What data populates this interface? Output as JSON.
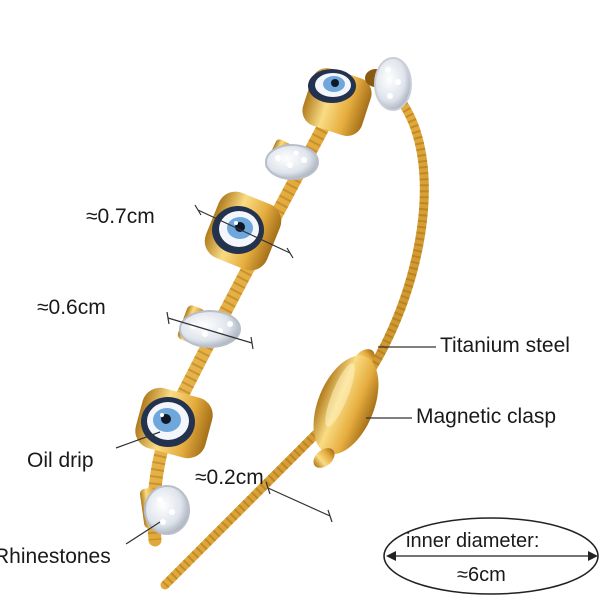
{
  "labels": {
    "eye_size": "≈0.7cm",
    "ring_size": "≈0.6cm",
    "oil_drip": "Oil drip",
    "gap_size": "≈0.2cm",
    "rhinestones": "Rhinestones",
    "material": "Titanium steel",
    "clasp": "Magnetic clasp",
    "inner_diameter_title": "inner diameter:",
    "inner_diameter_value": "≈6cm"
  },
  "colors": {
    "gold_light": "#f8d77a",
    "gold": "#e2a93b",
    "gold_dark": "#b07a1c",
    "eye_blue": "#6fa6dc",
    "eye_navy": "#23324f",
    "rhinestone": "#e9edf3",
    "text": "#1a1a1a"
  }
}
